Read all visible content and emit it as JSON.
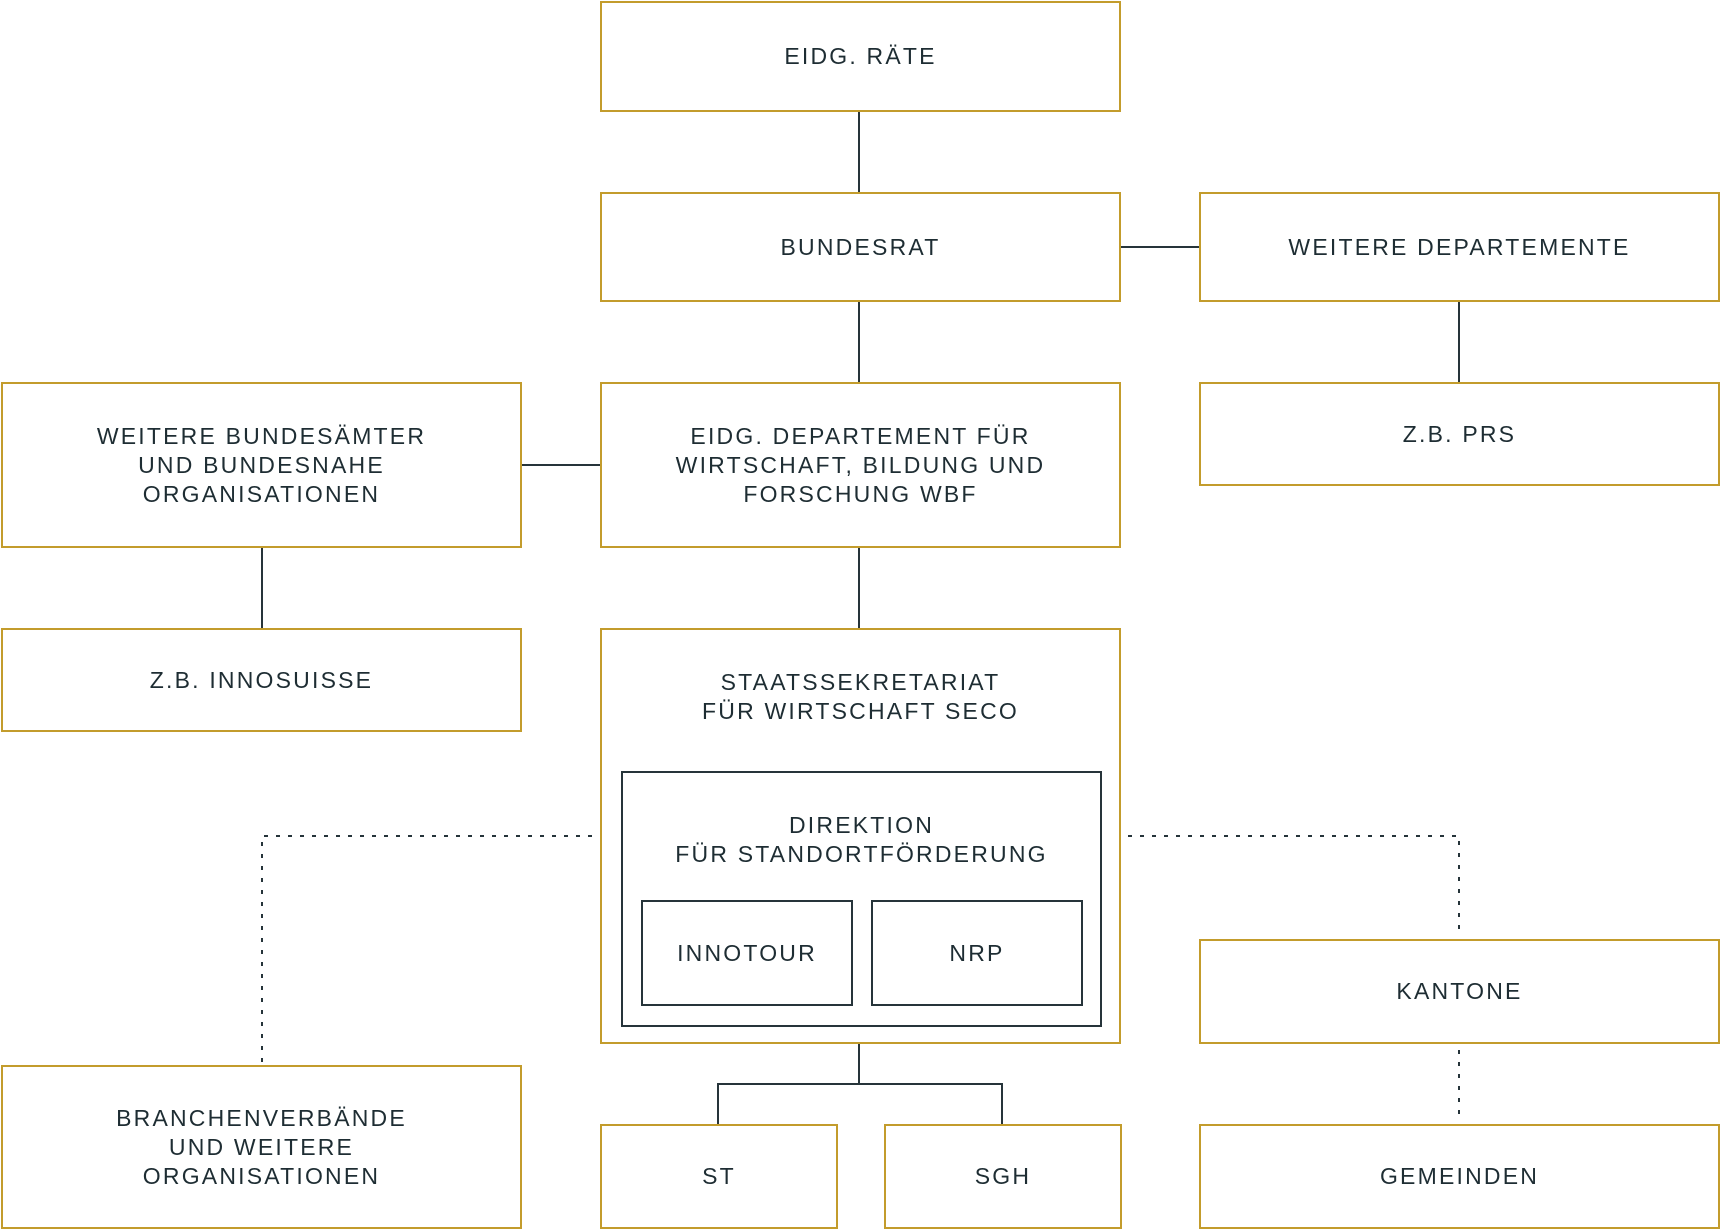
{
  "nodes": {
    "eidg_raete": "EIDG. RÄTE",
    "bundesrat": "BUNDESRAT",
    "weitere_departemente": "WEITERE DEPARTEMENTE",
    "weitere_bundesaemter": "WEITERE BUNDESÄMTER\nUND BUNDESNAHE\nORGANISATIONEN",
    "wbf": "EIDG. DEPARTEMENT FÜR\nWIRTSCHAFT, BILDUNG UND\nFORSCHUNG WBF",
    "prs": "Z.B. PRS",
    "innosuisse": "Z.B. INNOSUISSE",
    "seco": "STAATSSEKRETARIAT\nFÜR WIRTSCHAFT SECO",
    "direktion": "DIREKTION\nFÜR STANDORTFÖRDERUNG",
    "innotour": "INNOTOUR",
    "nrp": "NRP",
    "kantone": "KANTONE",
    "branchenverbaende": "BRANCHENVERBÄNDE\nUND WEITERE\nORGANISATIONEN",
    "st": "ST",
    "sgh": "SGH",
    "gemeinden": "GEMEINDEN"
  },
  "colors": {
    "box_border": "#c39c2c",
    "inner_border": "#26343a",
    "line": "#26343a",
    "text": "#1e2d33"
  }
}
